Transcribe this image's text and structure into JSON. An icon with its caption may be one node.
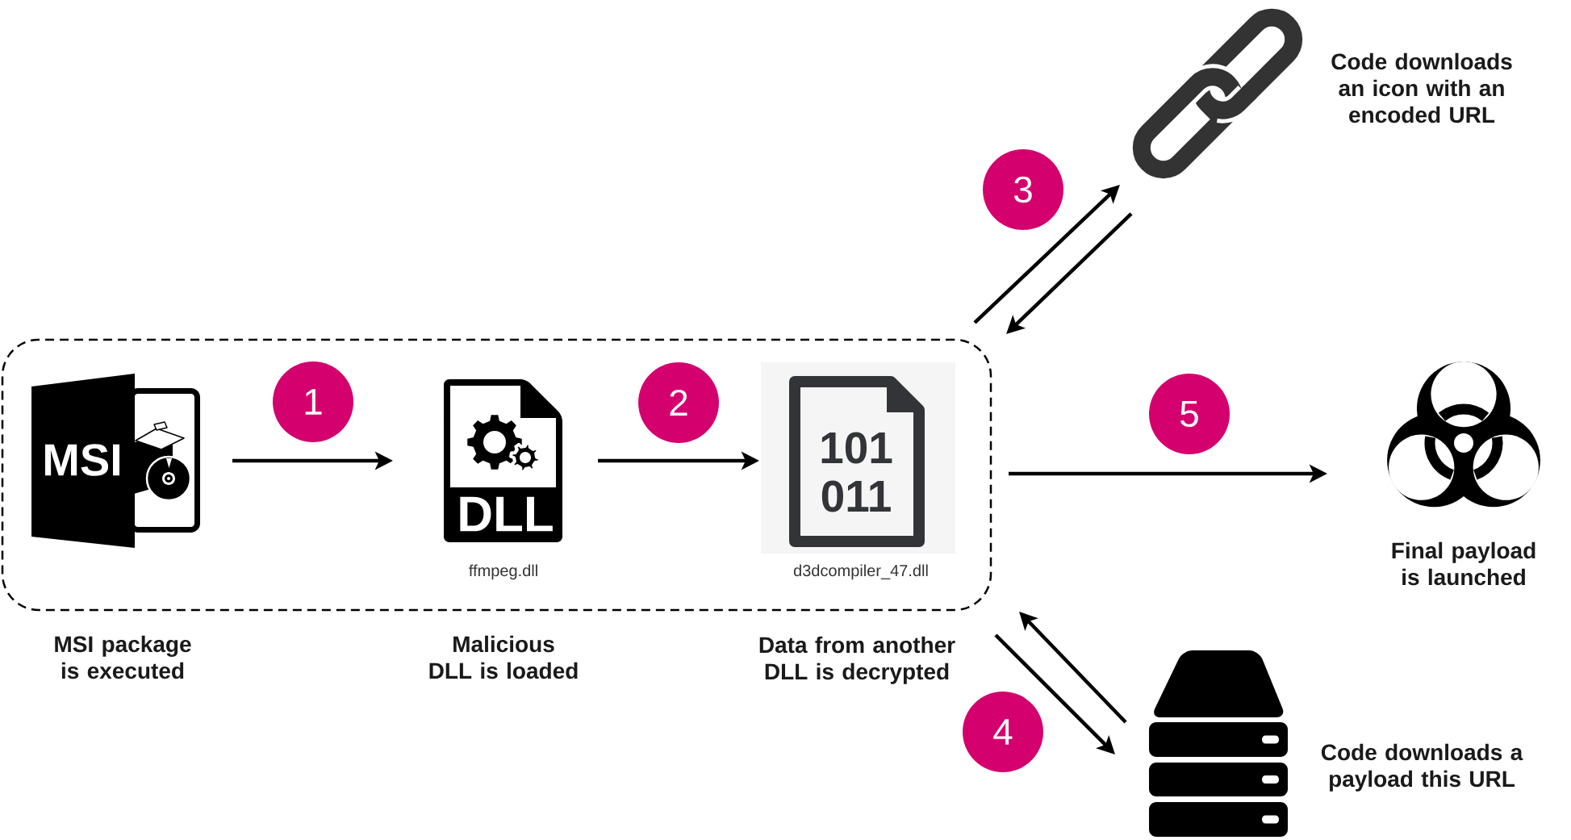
{
  "diagram": {
    "nodes": [
      {
        "text": [],
        "shape": "box"
      },
      {
        "text": [
          "MSI"
        ],
        "in": 0,
        "beside": [
          "MSI package is executed"
        ]
      },
      {
        "text": [
          "DLL"
        ],
        "in": 0,
        "beside": [
          "ffmpeg.dll",
          "Malicious DLL is loaded"
        ]
      },
      {
        "text": [
          "101 011"
        ],
        "in": 0,
        "beside": [
          "d3dcompiler_47.dll",
          "Data from another DLL is decrypted"
        ]
      },
      {
        "text": [],
        "shape": "picture",
        "beside": [
          "Code downloads an icon with an encoded URL"
        ]
      },
      {
        "text": [],
        "shape": "picture",
        "beside": [
          "Final payload is launched"
        ]
      },
      {
        "text": [],
        "shape": "picture",
        "beside": [
          "Code downloads a payload this URL"
        ]
      }
    ],
    "edges": [
      {
        "from": 1,
        "to": 2,
        "arrow": "to"
      },
      {
        "from": 2,
        "to": 3,
        "arrow": "to"
      },
      {
        "from": 0,
        "to": 4,
        "arrow": "to"
      },
      {
        "from": 4,
        "to": 0,
        "arrow": "to"
      },
      {
        "from": 0,
        "to": 6,
        "arrow": "to"
      },
      {
        "from": 6,
        "to": 0,
        "arrow": "to"
      },
      {
        "from": 0,
        "to": 5,
        "arrow": "to"
      }
    ],
    "labels": [
      "1",
      "2",
      "3",
      "4",
      "5"
    ]
  }
}
